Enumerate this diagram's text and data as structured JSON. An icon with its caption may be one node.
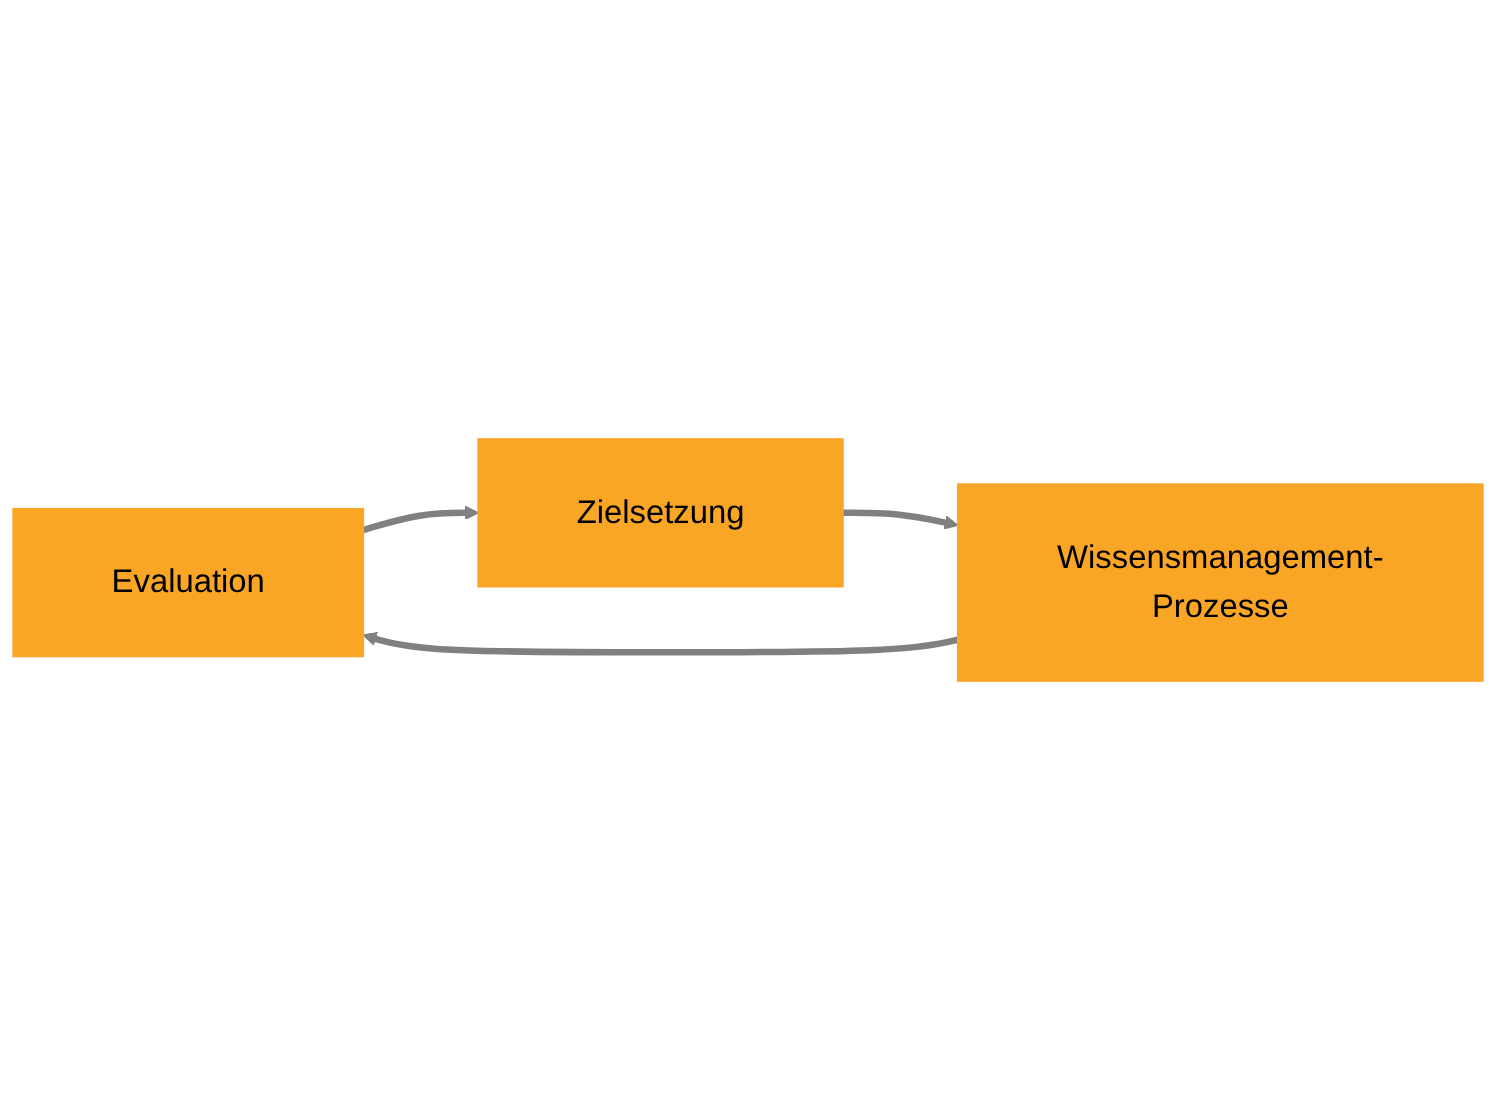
{
  "diagram": {
    "nodes": [
      {
        "text": [
          "Evaluation"
        ]
      },
      {
        "text": [
          "Zielsetzung"
        ]
      },
      {
        "text": [
          "Wissensmanagement-Prozesse"
        ]
      }
    ],
    "edges": [
      {
        "from": 0,
        "to": 1,
        "arrow": "to"
      },
      {
        "from": 1,
        "to": 2,
        "arrow": "to"
      },
      {
        "from": 2,
        "to": 0,
        "arrow": "to"
      }
    ]
  }
}
